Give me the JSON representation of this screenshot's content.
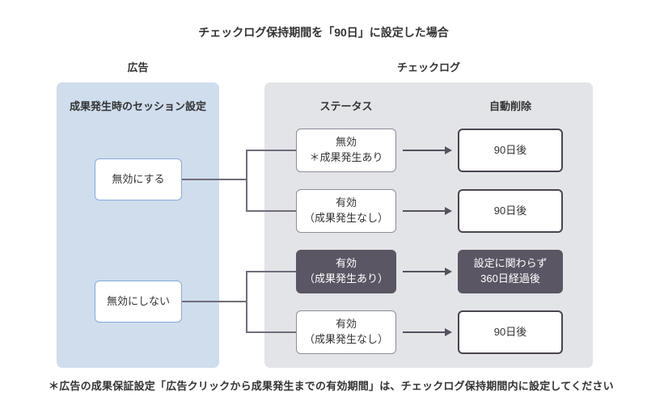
{
  "title": "チェックログ保持期間を「90日」に設定した場合",
  "sections": {
    "ad": {
      "label": "広告",
      "header": "成果発生時のセッション設定"
    },
    "checklog": {
      "label": "チェックログ",
      "col_status": "ステータス",
      "col_delete": "自動削除"
    }
  },
  "ad_options": [
    {
      "label": "無効にする"
    },
    {
      "label": "無効にしない"
    }
  ],
  "rows": [
    {
      "status_line1": "無効",
      "status_line2": "＊成果発生あり",
      "delete_line1": "90日後",
      "delete_line2": ""
    },
    {
      "status_line1": "有効",
      "status_line2": "（成果発生なし）",
      "delete_line1": "90日後",
      "delete_line2": ""
    },
    {
      "status_line1": "有効",
      "status_line2": "（成果発生あり）",
      "delete_line1": "設定に関わらず",
      "delete_line2": "360日経過後"
    },
    {
      "status_line1": "有効",
      "status_line2": "（成果発生なし）",
      "delete_line1": "90日後",
      "delete_line2": ""
    }
  ],
  "footnote": "＊広告の成果保証設定「広告クリックから成果発生までの有効期間」は、チェックログ保持期間内に設定してください",
  "colors": {
    "panel_blue": "#cfdded",
    "panel_gray": "#e2e4e7",
    "dark_box": "#5a5663",
    "ad_box_border": "#84aadc",
    "status_box_border": "#8f8c98",
    "delete_box_border": "#49454f",
    "connector": "#716d7a",
    "arrow": "#55515e",
    "text": "#333333"
  }
}
